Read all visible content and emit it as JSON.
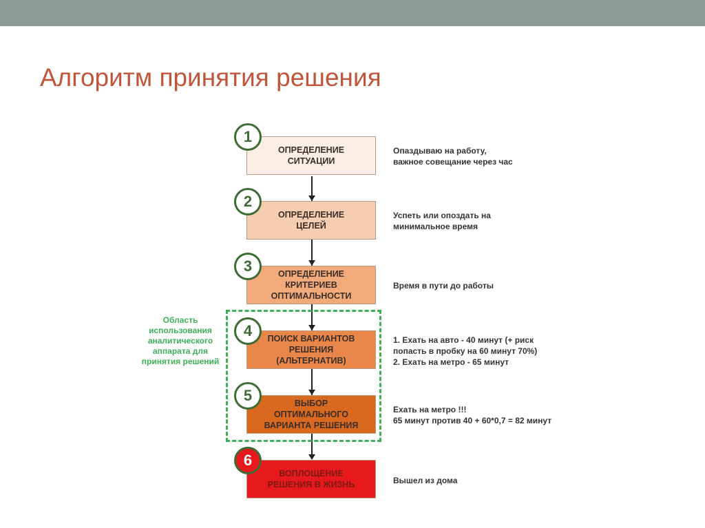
{
  "title": "Алгоритм принятия решения",
  "region_label": "Область\nиспользования\nаналитического\nаппарата для\nпринятия решений",
  "steps": [
    {
      "number": "1",
      "label": "ОПРЕДЕЛЕНИЕ\nСИТУАЦИИ",
      "description": "Опаздываю на работу,\nважное совещание через час",
      "fill": "#fbeee6"
    },
    {
      "number": "2",
      "label": "ОПРЕДЕЛЕНИЕ\nЦЕЛЕЙ",
      "description": "Успеть или опоздать на\nминимальное время",
      "fill": "#f6cdb0"
    },
    {
      "number": "3",
      "label": "ОПРЕДЕЛЕНИЕ\nКРИТЕРИЕВ\nОПТИМАЛЬНОСТИ",
      "description": "Время в пути до работы",
      "fill": "#f3aa7b"
    },
    {
      "number": "4",
      "label": "ПОИСК ВАРИАНТОВ\nРЕШЕНИЯ\n(АЛЬТЕРНАТИВ)",
      "description": "1. Ехать на авто - 40 минут (+ риск\nпопасть в пробку на 60 минут 70%)\n2. Ехать на метро - 65 минут",
      "fill": "#e9874a"
    },
    {
      "number": "5",
      "label": "ВЫБОР\nОПТИМАЛЬНОГО\nВАРИАНТА РЕШЕНИЯ",
      "description": "Ехать на метро !!!\n65 минут против 40 + 60*0,7 = 82 минут",
      "fill": "#d8691f"
    },
    {
      "number": "6",
      "label": "ВОПЛОЩЕНИЕ\nРЕШЕНИЯ В ЖИЗНЬ",
      "description": "Вышел из дома",
      "fill": "#e8191c"
    }
  ]
}
